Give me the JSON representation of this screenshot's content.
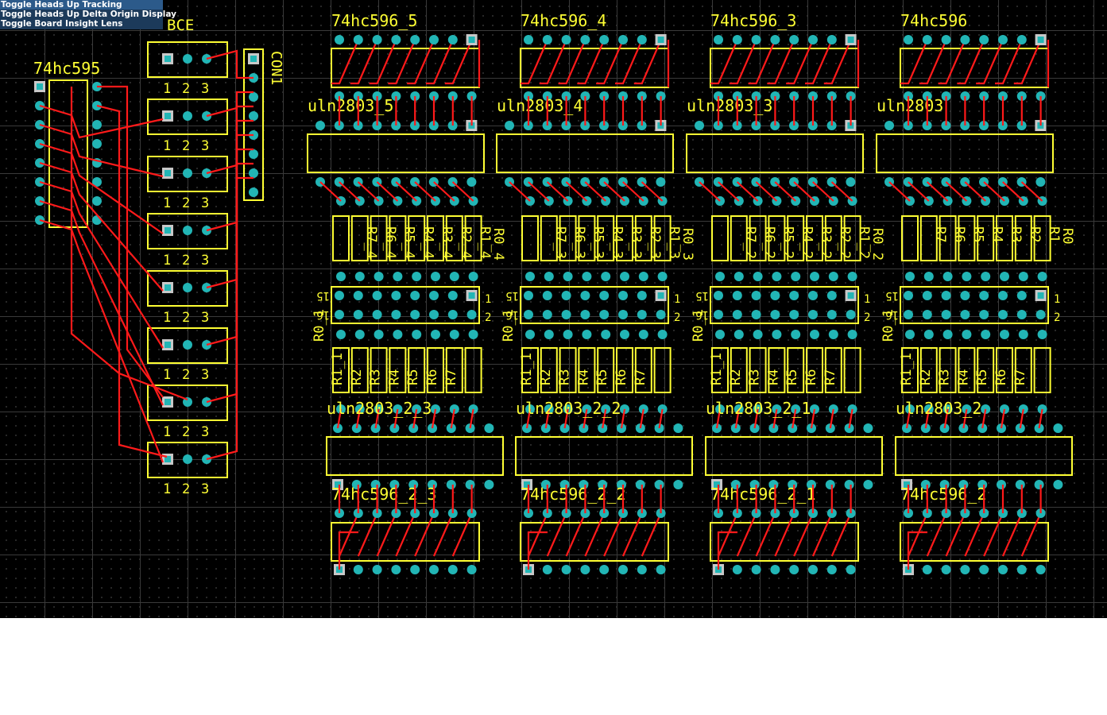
{
  "hud_menu": {
    "items": [
      "Toggle Heads Up Tracking",
      "Toggle Heads Up Delta Origin Display",
      "Toggle Board Insight Lens"
    ]
  },
  "colors": {
    "background": "#000000",
    "grid": "#3a3a3a",
    "silkscreen": "#ffff33",
    "track": "#ff1a1a",
    "pad": "#22b5b5",
    "pad_square": "#c8c8c8",
    "hud_bg": "#1c3a5a"
  },
  "left_section": {
    "shift_register_label": "74hc595",
    "transistor_header_label": "BCE",
    "connector_label": "CON1",
    "pin_numbers": [
      "1",
      "2",
      "3"
    ],
    "transistor_count": 8,
    "connector_pin_count": 8
  },
  "columns": [
    {
      "top_ic": "74hc596_5",
      "top_driver": "uln2803_5",
      "top_resistors": [
        "R7_4",
        "R6_4",
        "R5_4",
        "R4_4",
        "R3_4",
        "R2_4",
        "R1_4"
      ],
      "top_resistor_last": "R0_4",
      "connector_left": "15",
      "connector_right": "1",
      "connector_left2": "16",
      "connector_right2": "2",
      "bottom_resistor_first": "R0_1",
      "bottom_resistors": [
        "R1_1",
        "R2",
        "R3",
        "R4",
        "R5",
        "R6",
        "R7"
      ],
      "bottom_driver": "uln2803_2_3",
      "bottom_ic": "74hc596_2_3"
    },
    {
      "top_ic": "74hc596_4",
      "top_driver": "uln2803_4",
      "top_resistors": [
        "R7_3",
        "R6_3",
        "R5_3",
        "R4_3",
        "R3_3",
        "R2_3",
        "R1_3"
      ],
      "top_resistor_last": "R0_3",
      "connector_left": "15",
      "connector_right": "1",
      "connector_left2": "16",
      "connector_right2": "2",
      "bottom_resistor_first": "R0_1",
      "bottom_resistors": [
        "R1_1",
        "R2",
        "R3",
        "R4",
        "R5",
        "R6",
        "R7"
      ],
      "bottom_driver": "uln2803_2_2",
      "bottom_ic": "74hc596_2_2"
    },
    {
      "top_ic": "74hc596_3",
      "top_driver": "uln2803_3",
      "top_resistors": [
        "R7_2",
        "R6_2",
        "R5_2",
        "R4_2",
        "R3_2",
        "R2_2",
        "R1_2"
      ],
      "top_resistor_last": "R0_2",
      "connector_left": "15",
      "connector_right": "1",
      "connector_left2": "16",
      "connector_right2": "2",
      "bottom_resistor_first": "R0_1",
      "bottom_resistors": [
        "R1_1",
        "R2",
        "R3",
        "R4",
        "R5",
        "R6",
        "R7"
      ],
      "bottom_driver": "uln2803_2_1",
      "bottom_ic": "74hc596_2_1"
    },
    {
      "top_ic": "74hc596",
      "top_driver": "uln2803",
      "top_resistors": [
        "R7",
        "R6",
        "R5",
        "R4",
        "R3",
        "R2",
        "R1"
      ],
      "top_resistor_last": "R0",
      "connector_left": "15",
      "connector_right": "1",
      "connector_left2": "16",
      "connector_right2": "2",
      "bottom_resistor_first": "R0_1",
      "bottom_resistors": [
        "R1_1",
        "R2",
        "R3",
        "R4",
        "R5",
        "R6",
        "R7"
      ],
      "bottom_driver": "uln2803_2",
      "bottom_ic": "74hc596_2"
    }
  ]
}
